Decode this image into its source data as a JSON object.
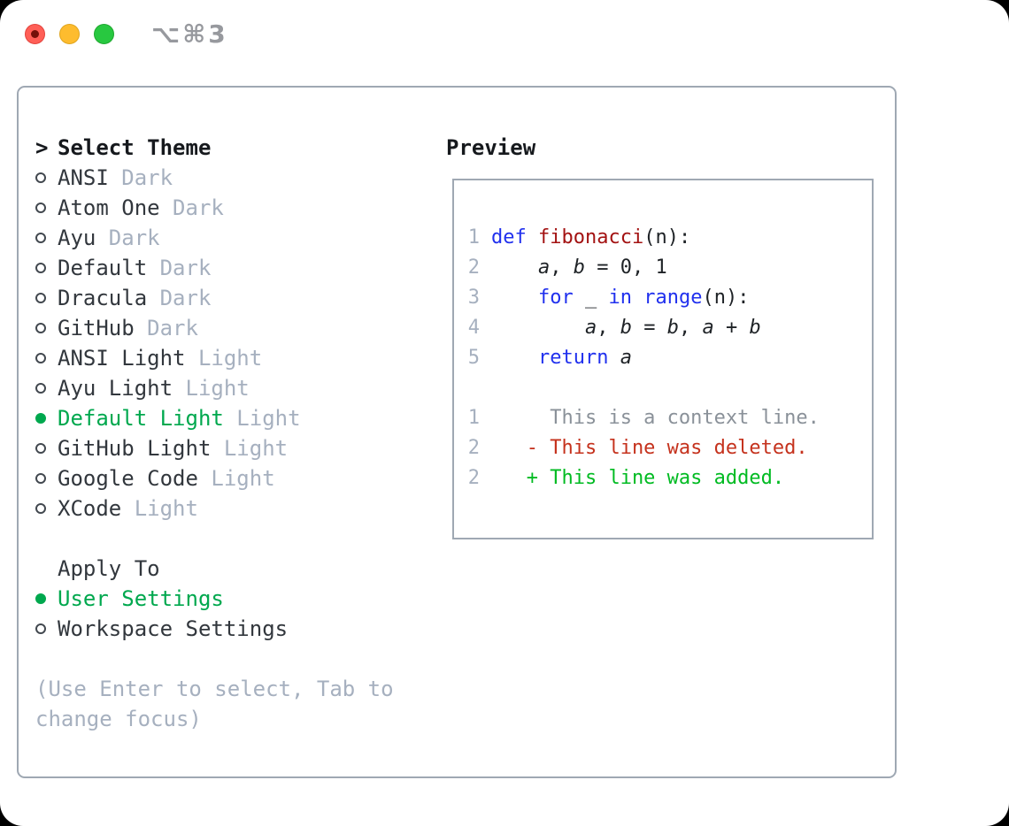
{
  "titlebar": {
    "shortcut": "⌥⌘3",
    "buttons": [
      {
        "name": "close",
        "color": "#ff5f57",
        "border": "#e3433c",
        "dot": "#73110a"
      },
      {
        "name": "minimize",
        "color": "#febc2e",
        "border": "#e0a51d",
        "dot": ""
      },
      {
        "name": "maximize",
        "color": "#28c840",
        "border": "#1fa82f",
        "dot": ""
      }
    ]
  },
  "theme_list": {
    "focus_marker": ">",
    "title": "Select Theme",
    "items": [
      {
        "name": "ANSI",
        "variant": "Dark",
        "selected": false
      },
      {
        "name": "Atom One",
        "variant": "Dark",
        "selected": false
      },
      {
        "name": "Ayu",
        "variant": "Dark",
        "selected": false
      },
      {
        "name": "Default",
        "variant": "Dark",
        "selected": false
      },
      {
        "name": "Dracula",
        "variant": "Dark",
        "selected": false
      },
      {
        "name": "GitHub",
        "variant": "Dark",
        "selected": false
      },
      {
        "name": "ANSI Light",
        "variant": "Light",
        "selected": false
      },
      {
        "name": "Ayu Light",
        "variant": "Light",
        "selected": false
      },
      {
        "name": "Default Light",
        "variant": "Light",
        "selected": true
      },
      {
        "name": "GitHub Light",
        "variant": "Light",
        "selected": false
      },
      {
        "name": "Google Code",
        "variant": "Light",
        "selected": false
      },
      {
        "name": "XCode",
        "variant": "Light",
        "selected": false
      }
    ]
  },
  "apply_to": {
    "title": "Apply To",
    "options": [
      {
        "label": "User Settings",
        "selected": true
      },
      {
        "label": "Workspace Settings",
        "selected": false
      }
    ]
  },
  "hint_lines": [
    "(Use Enter to select, Tab to",
    "change focus)"
  ],
  "preview": {
    "title": "Preview",
    "code_lines": [
      {
        "num": "1",
        "tokens": [
          [
            "def",
            "kw"
          ],
          [
            " ",
            "pl"
          ],
          [
            "fibonacci",
            "fn"
          ],
          [
            "(n):",
            "pl"
          ]
        ]
      },
      {
        "num": "2",
        "tokens": [
          [
            "    ",
            "pl"
          ],
          [
            "a",
            "var"
          ],
          [
            ", ",
            "pl"
          ],
          [
            "b",
            "var"
          ],
          [
            " = 0, 1",
            "pl"
          ]
        ]
      },
      {
        "num": "3",
        "tokens": [
          [
            "    ",
            "pl"
          ],
          [
            "for",
            "kw"
          ],
          [
            " _ ",
            "pl"
          ],
          [
            "in",
            "kw"
          ],
          [
            " ",
            "pl"
          ],
          [
            "range",
            "kw"
          ],
          [
            "(n):",
            "pl"
          ]
        ]
      },
      {
        "num": "4",
        "tokens": [
          [
            "        ",
            "pl"
          ],
          [
            "a",
            "var"
          ],
          [
            ", ",
            "pl"
          ],
          [
            "b",
            "var"
          ],
          [
            " = ",
            "pl"
          ],
          [
            "b",
            "var"
          ],
          [
            ", ",
            "pl"
          ],
          [
            "a",
            "var"
          ],
          [
            " + ",
            "pl"
          ],
          [
            "b",
            "var"
          ]
        ]
      },
      {
        "num": "5",
        "tokens": [
          [
            "    ",
            "pl"
          ],
          [
            "return",
            "kw"
          ],
          [
            " ",
            "pl"
          ],
          [
            "a",
            "var"
          ]
        ]
      }
    ],
    "diff_lines": [
      {
        "num": "1",
        "kind": "ctx",
        "text": "     This is a context line."
      },
      {
        "num": "2",
        "kind": "del",
        "text": "   - This line was deleted."
      },
      {
        "num": "2",
        "kind": "add",
        "text": "   + This line was added."
      }
    ]
  },
  "colors": {
    "selection_green": "#00a84e",
    "keyword_blue": "#2030ee",
    "function_red": "#a31212",
    "deleted_red": "#c5321d",
    "added_green": "#00bb22",
    "context_gray": "#8a9199",
    "muted_gray": "#a6b0bf",
    "panel_border": "#9fa8b3"
  }
}
